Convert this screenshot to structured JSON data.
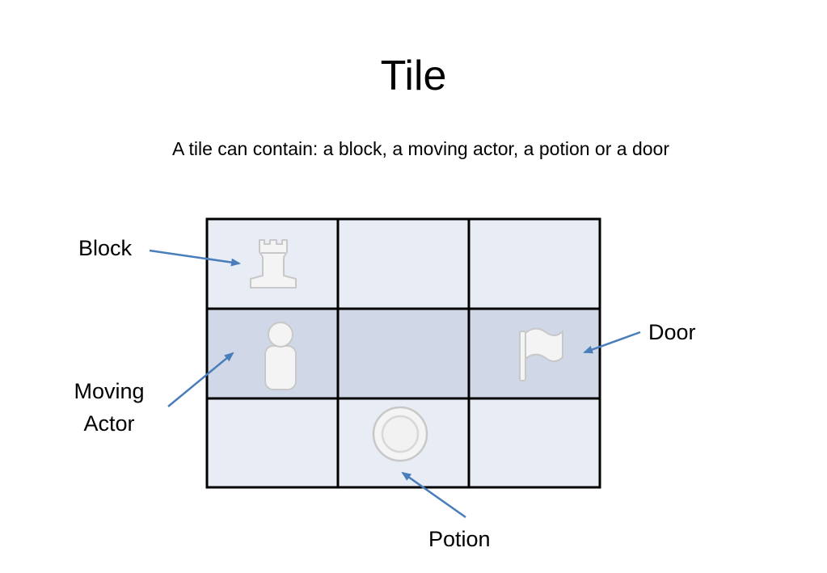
{
  "title": "Tile",
  "subtitle": "A tile can contain: a block, a moving actor, a potion or a door",
  "labels": {
    "block": "Block",
    "moving_actor": [
      "Moving",
      "Actor"
    ],
    "door": "Door",
    "potion": "Potion"
  },
  "grid": {
    "rows": 3,
    "cols": 3,
    "row_colors": [
      "#e8ecf4",
      "#d0d8e8",
      "#e8ecf4"
    ],
    "contents": [
      [
        "block-icon",
        "",
        ""
      ],
      [
        "moving-actor-icon",
        "",
        "door-flag-icon"
      ],
      [
        "",
        "potion-icon",
        ""
      ]
    ]
  },
  "colors": {
    "arrow": "#4a7ebb",
    "grid_line": "#000000",
    "icon_fill": "#f4f4f4",
    "icon_stroke": "#c8c8c8"
  }
}
